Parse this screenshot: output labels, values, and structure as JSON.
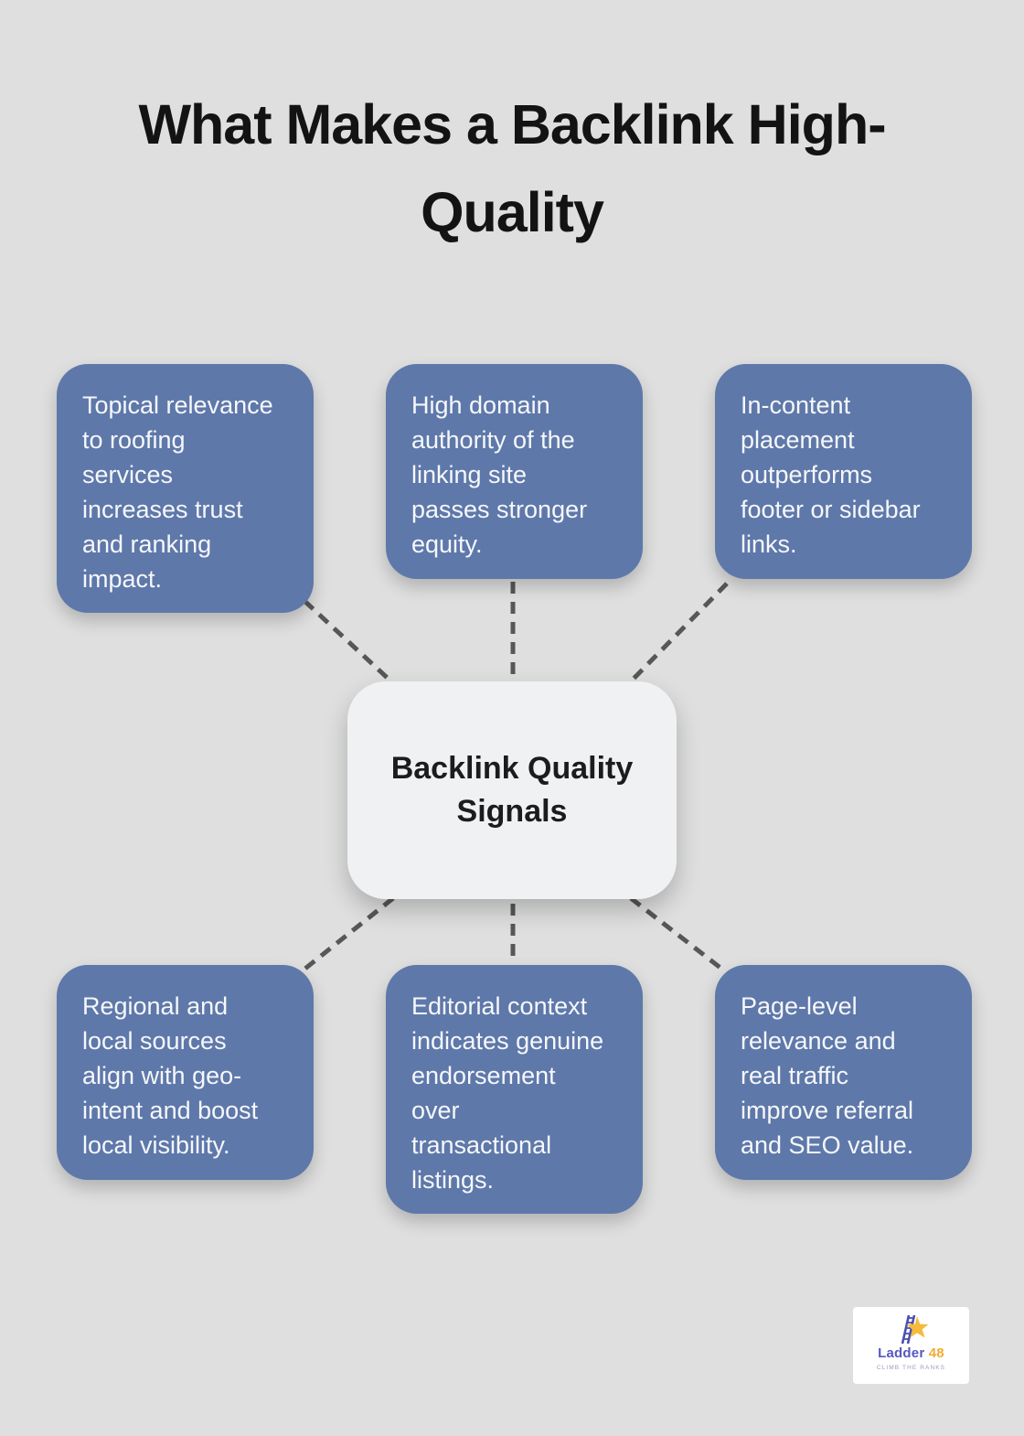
{
  "title": "What Makes a Backlink High-Quality",
  "center": {
    "label": "Backlink Quality Signals"
  },
  "boxes": [
    {
      "text": "Topical relevance\nto roofing\nservices\nincreases trust\nand ranking\nimpact."
    },
    {
      "text": "High domain\nauthority of the\nlinking site\npasses stronger\nequity."
    },
    {
      "text": "In-content\nplacement\noutperforms\nfooter or sidebar\nlinks."
    },
    {
      "text": "Regional and\nlocal sources\nalign with geo-\nintent and boost\nlocal visibility."
    },
    {
      "text": "Editorial context\nindicates genuine\nendorsement\nover\ntransactional\nlistings."
    },
    {
      "text": "Page-level\nrelevance and\nreal traffic\nimprove referral\nand SEO value."
    }
  ],
  "logo": {
    "name_primary": "Ladder",
    "name_accent": "48",
    "tagline": "CLIMB THE RANKS",
    "icon": "ladder-star-icon"
  },
  "colors": {
    "background": "#dedfde",
    "signal_box": "#5e78aa",
    "signal_text": "#f6f7f9",
    "center_box": "#eff1f2",
    "center_text": "#1c1c1c",
    "title_text": "#131313",
    "connector": "#575757",
    "logo_primary": "#5558c0",
    "logo_accent": "#f2ac32",
    "logo_star": "#f5bb3d",
    "logo_ladder": "#4a4fb0"
  }
}
